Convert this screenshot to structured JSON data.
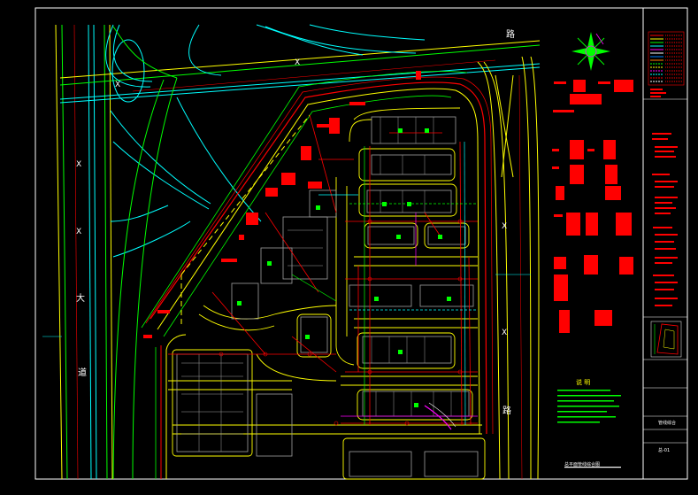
{
  "labels": {
    "road_marker": "X",
    "road_marker_2": "X",
    "road_marker_3": "X",
    "road_marker_4": "X",
    "road_marker_5": "X",
    "road_marker_6": "X",
    "road_lu": "路",
    "road_lu_2": "路",
    "road_da": "大",
    "road_dao": "道",
    "notes_title": "说 明",
    "drawing_title": "总平面管线综合图",
    "titleblock_drawing_name": "管线综合",
    "titleblock_sheet": "总-01"
  },
  "colors": {
    "background": "#000000",
    "frame": "#ffffff",
    "road": "#ffff00",
    "green_line": "#00ff00",
    "cyan_line": "#00ffff",
    "red_line": "#ff0000",
    "magenta_line": "#ff00ff",
    "gray_building": "#a0a0a0"
  },
  "icons": {
    "north_arrow": "north-arrow-icon"
  }
}
